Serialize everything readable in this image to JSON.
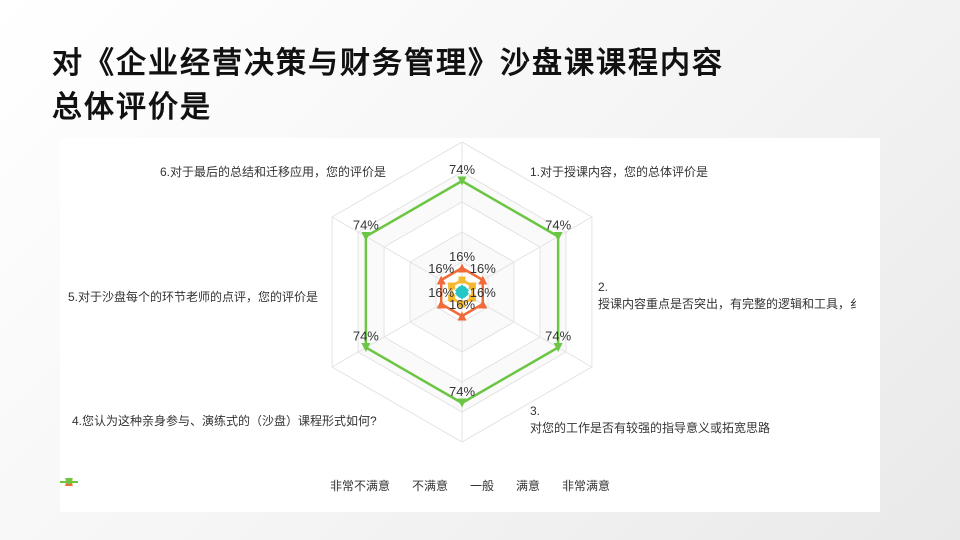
{
  "slide": {
    "title_line1": "对《企业经营决策与财务管理》沙盘课课程内容",
    "title_line2": "总体评价是"
  },
  "chart_data": {
    "type": "radar",
    "axes": [
      [
        "1.对于授课内容，您的总体评价是"
      ],
      [
        "2.",
        "授课内容重点是否突出，有完整的逻辑和工具，纟"
      ],
      [
        "3.",
        "对您的工作是否有较强的指导意义或拓宽思路"
      ],
      [
        "4.您认为这种亲身参与、演练式的（沙盘）课程形式如何?"
      ],
      [
        "5.对于沙盘每个的环节老师的点评，您的评价是"
      ],
      [
        "6.对于最后的总结和迁移应用，您的评价是"
      ]
    ],
    "max": 100,
    "series": [
      {
        "name": "非常不满意",
        "color": "#1e88e5",
        "marker": "circle",
        "values": [
          0,
          0,
          0,
          0,
          0,
          0
        ],
        "labels": []
      },
      {
        "name": "不满意",
        "color": "#26c6c6",
        "marker": "diamond",
        "values": [
          2,
          2,
          2,
          2,
          2,
          2
        ],
        "labels": []
      },
      {
        "name": "一般",
        "color": "#f5b82e",
        "marker": "square",
        "values": [
          8,
          8,
          8,
          8,
          8,
          8
        ],
        "labels": []
      },
      {
        "name": "满意",
        "color": "#f06a3a",
        "marker": "triangle",
        "values": [
          16,
          16,
          16,
          16,
          16,
          16
        ],
        "labels": [
          "16%",
          "16%",
          "16%",
          "16%",
          "16%",
          "16%"
        ]
      },
      {
        "name": "非常满意",
        "color": "#6cc644",
        "marker": "tri-down",
        "values": [
          74,
          74,
          74,
          74,
          74,
          74
        ],
        "labels": [
          "74%",
          "74%",
          "74%",
          "74%",
          "74%",
          "74%"
        ]
      }
    ],
    "grid": "hexagon",
    "legend": "bottom"
  }
}
